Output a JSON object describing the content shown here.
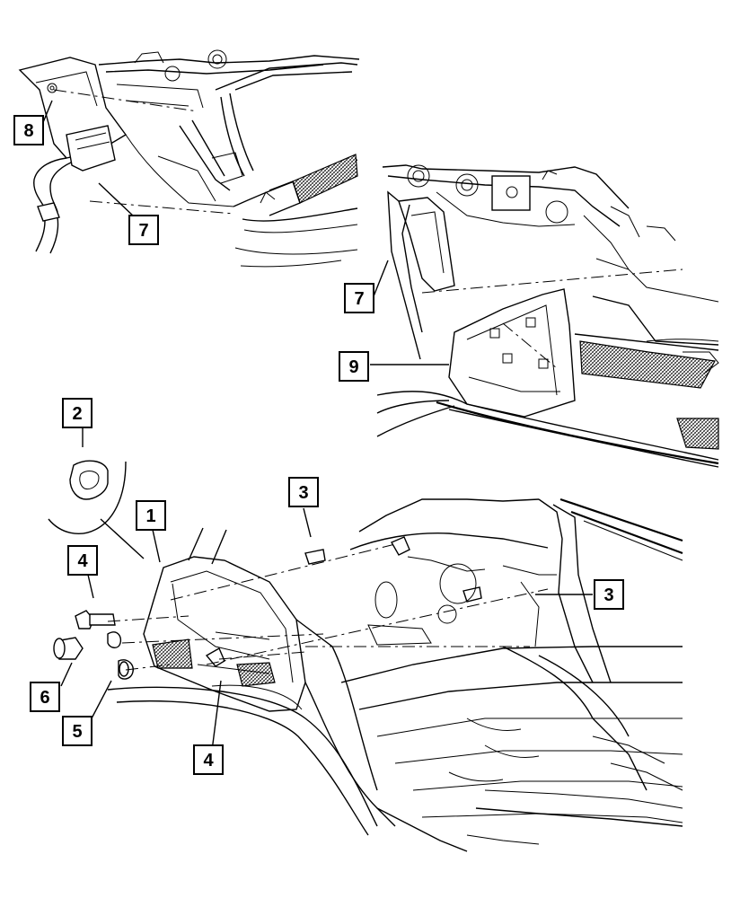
{
  "callouts": {
    "c8": "8",
    "c7a": "7",
    "c7b": "7",
    "c9": "9",
    "c2": "2",
    "c1": "1",
    "c3a": "3",
    "c3b": "3",
    "c4a": "4",
    "c4b": "4",
    "c6": "6",
    "c5": "5"
  },
  "colors": {
    "ink": "#000000",
    "paper": "#ffffff"
  }
}
